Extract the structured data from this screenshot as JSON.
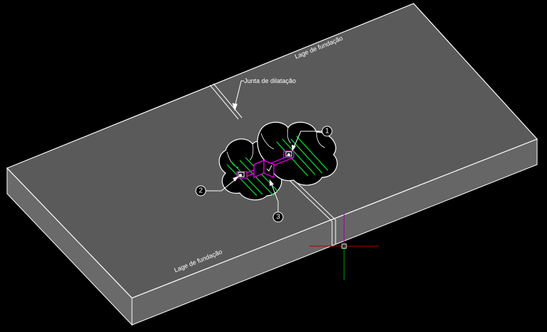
{
  "labels": {
    "slab_top": "Lage de fundação",
    "slab_bottom": "Lage de fundação",
    "joint": "Junta de dilatação"
  },
  "callouts": {
    "c1": "1",
    "c2": "2",
    "c3": "3"
  },
  "colors": {
    "background": "#000000",
    "slab_top": "#5a5a5a",
    "slab_side": "#6a6a6a",
    "edge": "#ffffff",
    "hole": "#000000",
    "rebar": "#00cc33",
    "component": "#e000e0",
    "cursor_x": "#b00000",
    "cursor_y": "#00a000",
    "cursor_z": "#a000a0"
  }
}
